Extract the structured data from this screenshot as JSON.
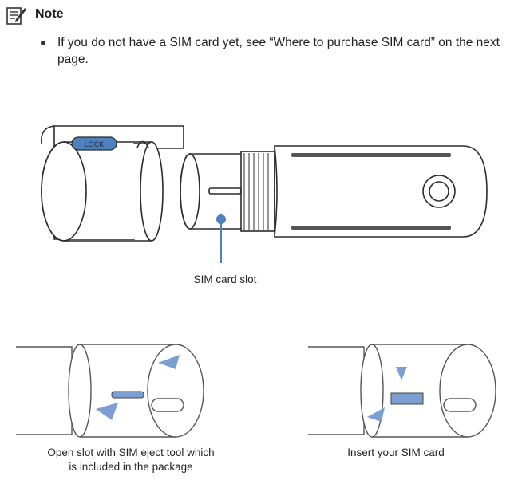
{
  "note": {
    "title": "Note",
    "text": "If you do not have a SIM card yet, see “Where to purchase SIM card” on the next page."
  },
  "figure_main": {
    "lock_label": "LOCK",
    "callout": "SIM card slot",
    "accent_color": "#4f81bd"
  },
  "figure_left": {
    "caption_line1": "Open slot with SIM eject tool which",
    "caption_line2": "is included in the package"
  },
  "figure_right": {
    "caption": "Insert your SIM card"
  }
}
